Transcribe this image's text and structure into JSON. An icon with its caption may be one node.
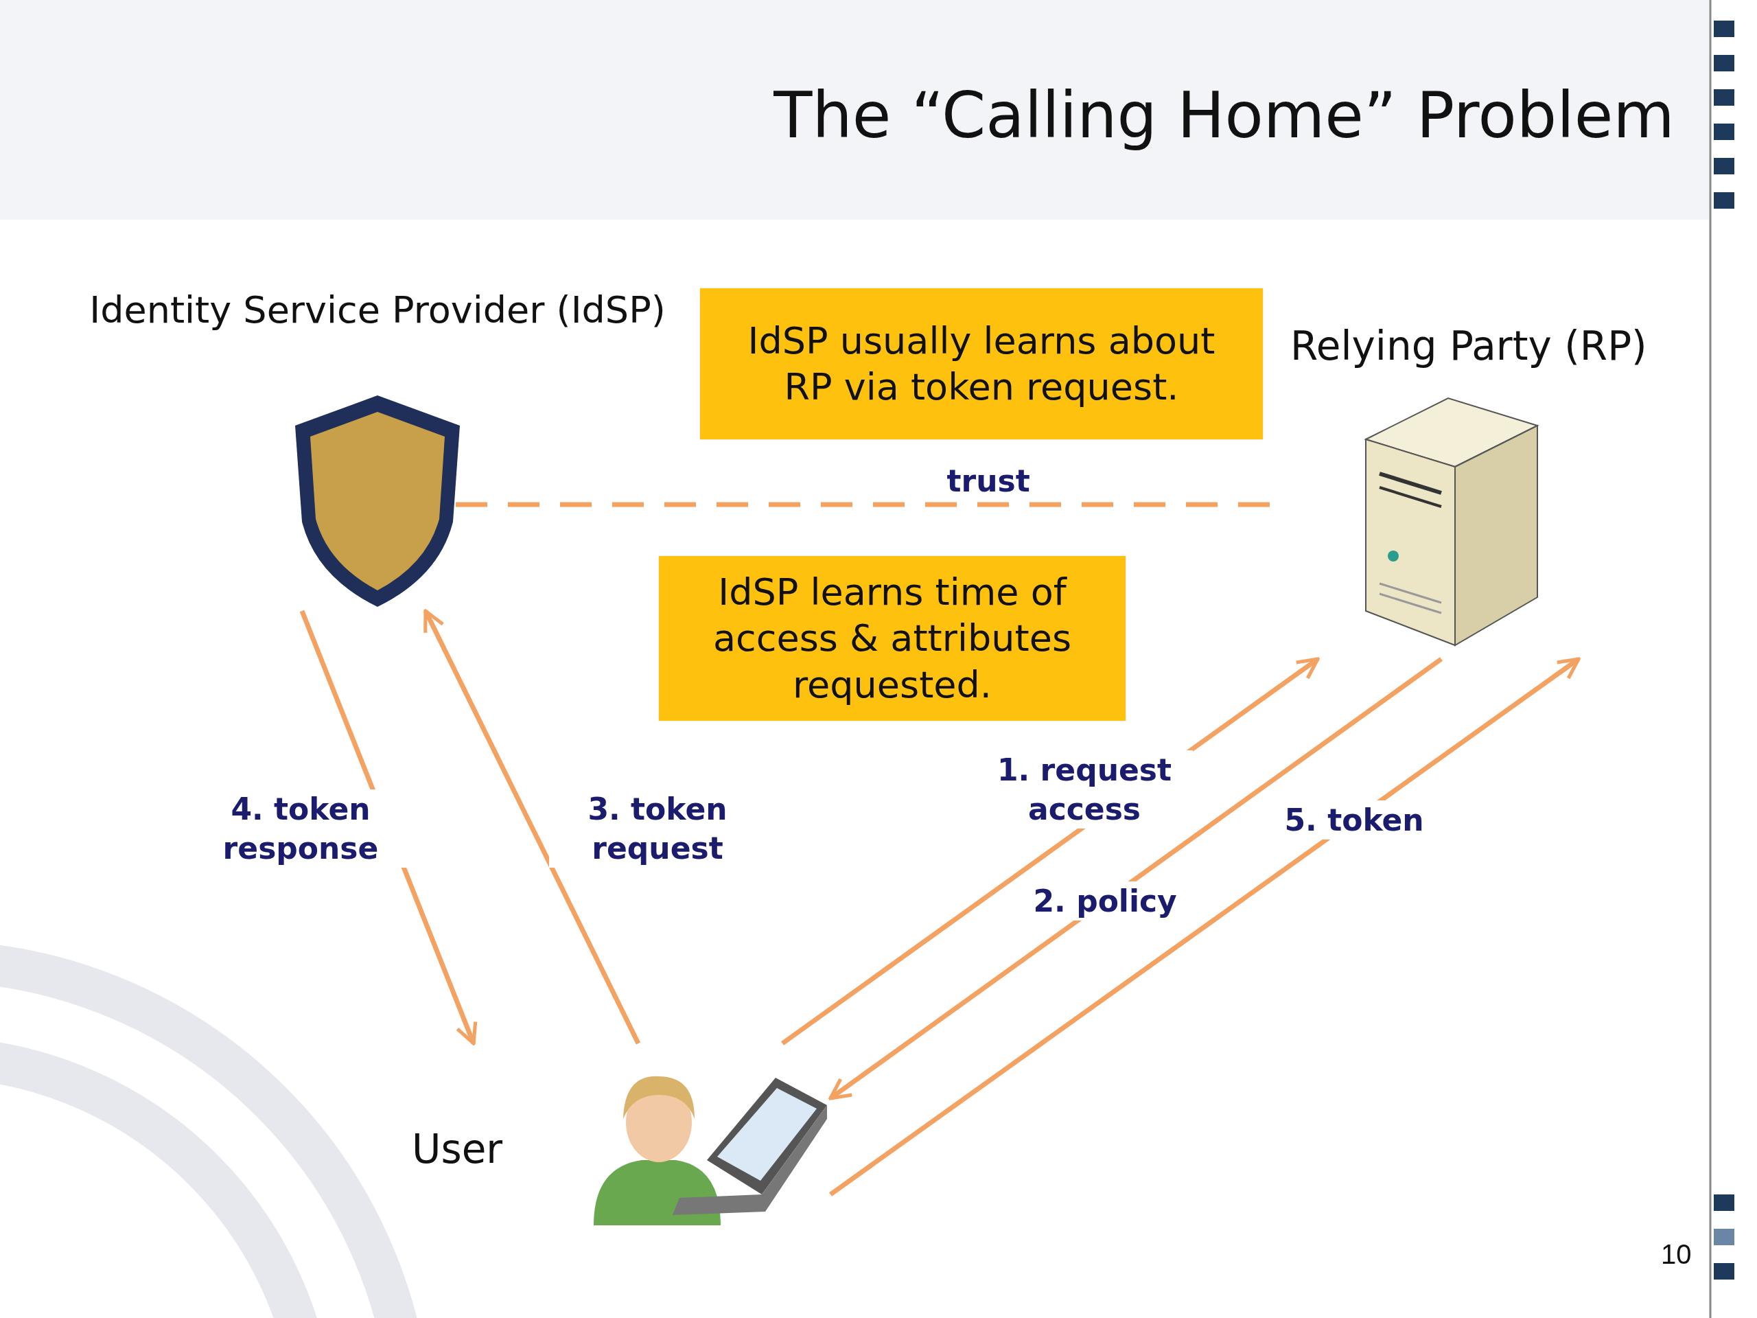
{
  "diagram": {
    "title": "The “Calling Home” Problem",
    "nodes": [
      {
        "text": [
          "Identity Service Provider (IdSP)"
        ]
      },
      {
        "text": [
          "Relying Party (RP)"
        ]
      },
      {
        "text": [
          "User"
        ]
      },
      {
        "text": [
          "IdSP usually learns about RP via token request."
        ]
      },
      {
        "text": [
          "IdSP learns time of access & attributes requested."
        ]
      }
    ],
    "edges": [
      {
        "from": 0,
        "to": 1,
        "arrow": "none",
        "label": "trust",
        "style": "dashed"
      },
      {
        "from": 2,
        "to": 1,
        "arrow": "to",
        "label": "1. request access"
      },
      {
        "from": 1,
        "to": 2,
        "arrow": "to",
        "label": "2. policy"
      },
      {
        "from": 2,
        "to": 0,
        "arrow": "to",
        "label": "3. token request"
      },
      {
        "from": 0,
        "to": 2,
        "arrow": "to",
        "label": "4. token response"
      },
      {
        "from": 2,
        "to": 1,
        "arrow": "to",
        "label": "5. token"
      }
    ],
    "labels": [
      "10"
    ]
  }
}
